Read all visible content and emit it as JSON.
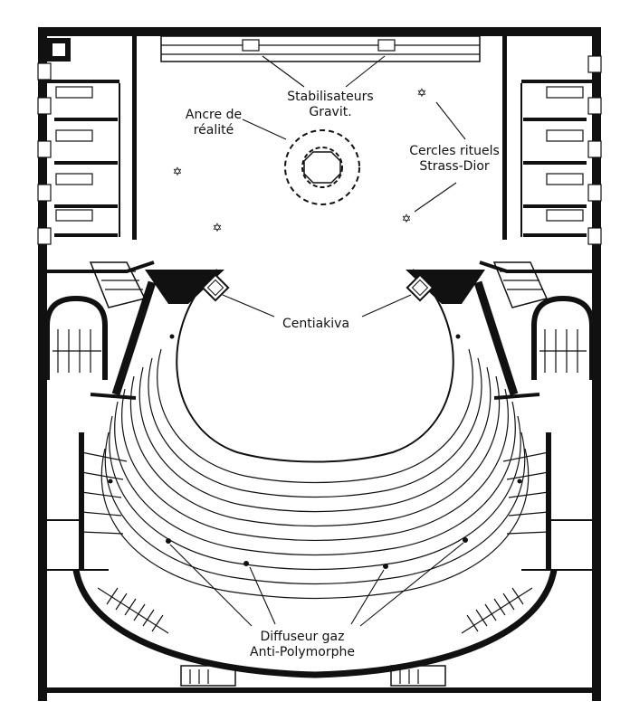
{
  "labels": {
    "stabilisateurs_line1": "Stabilisateurs",
    "stabilisateurs_line2": "Gravit.",
    "ancre_line1": "Ancre de",
    "ancre_line2": "réalité",
    "cercles_line1": "Cercles rituels",
    "cercles_line2": "Strass-Dior",
    "centiakiva": "Centiakiva",
    "diffuseur_line1": "Diffuseur gaz",
    "diffuseur_line2": "Anti-Polymorphe"
  },
  "symbols": {
    "ritual_circle": "✡"
  }
}
